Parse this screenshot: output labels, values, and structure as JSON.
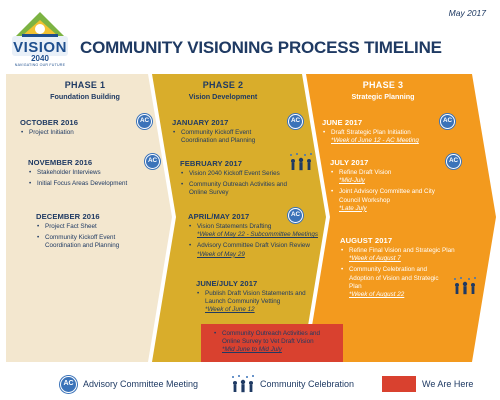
{
  "header": {
    "date": "May 2017",
    "title": "COMMUNITY VISIONING PROCESS TIMELINE",
    "logo": {
      "wordmark": "VISION",
      "year": "2040",
      "tagline": "NAVIGATING OUR FUTURE"
    }
  },
  "colors": {
    "phase1": "#f3e7cf",
    "phase2": "#d9ad2b",
    "phase3": "#f39a1e",
    "we_are_here": "#d9412f",
    "advisory_badge": "#3b73b9",
    "text": "#1f3a63"
  },
  "phases": [
    {
      "name": "PHASE 1",
      "subtitle": "Foundation Building",
      "blocks": [
        {
          "month": "OCTOBER 2016",
          "advisory": true,
          "items": [
            {
              "text": "Project Initiation"
            }
          ]
        },
        {
          "month": "NOVEMBER 2016",
          "advisory": true,
          "items": [
            {
              "text": "Stakeholder Interviews"
            },
            {
              "text": "Initial Focus Areas Development"
            }
          ]
        },
        {
          "month": "DECEMBER 2016",
          "advisory": false,
          "items": [
            {
              "text": "Project Fact Sheet"
            },
            {
              "text": "Community Kickoff Event Coordination and Planning"
            }
          ]
        }
      ]
    },
    {
      "name": "PHASE 2",
      "subtitle": "Vision Development",
      "blocks": [
        {
          "month": "JANUARY 2017",
          "advisory": true,
          "items": [
            {
              "text": "Community Kickoff Event Coordination and Planning"
            }
          ]
        },
        {
          "month": "FEBRUARY 2017",
          "celebration": true,
          "items": [
            {
              "text": "Vision 2040 Kickoff Event Series"
            },
            {
              "text": "Community Outreach Activities and Online Survey"
            }
          ]
        },
        {
          "month": "APRIL/MAY 2017",
          "advisory": true,
          "items": [
            {
              "text": "Vision Statements Drafting",
              "sub": "*Week of May 22 - Subcommittee Meetings"
            },
            {
              "text": "Advisory Committee Draft Vision Review",
              "sub": "*Week of May 29"
            }
          ]
        },
        {
          "month": "JUNE/JULY 2017",
          "items": [
            {
              "text": "Publish Draft Vision Statements and Launch Community Vetting",
              "sub": "*Week of June 12"
            }
          ]
        }
      ],
      "current": {
        "text": "Community Outreach Activities and Online Survey to Vet Draft Vision",
        "sub": "*Mid June to Mid July"
      }
    },
    {
      "name": "PHASE 3",
      "subtitle": "Strategic Planning",
      "blocks": [
        {
          "month": "JUNE 2017",
          "advisory": true,
          "items": [
            {
              "text": "Draft Strategic Plan Initiation",
              "sub": "*Week of June 12 - AC Meeting"
            }
          ]
        },
        {
          "month": "JULY 2017",
          "advisory": true,
          "items": [
            {
              "text": "Refine Draft Vision",
              "sub": "*Mid-July"
            },
            {
              "text": "Joint Advisory Committee and City Council Workshop",
              "sub": "*Late July"
            }
          ]
        },
        {
          "month": "AUGUST 2017",
          "celebration": true,
          "items": [
            {
              "text": "Refine Final Vision and Strategic Plan",
              "sub": "*Week of August 7"
            },
            {
              "text": "Community Celebration and Adoption of Vision and Strategic Plan",
              "sub": "*Week of August 22"
            }
          ]
        }
      ]
    }
  ],
  "ac_badge_text": "AC",
  "legend": {
    "advisory": "Advisory Committee Meeting",
    "celebration": "Community Celebration",
    "here": "We Are Here"
  }
}
